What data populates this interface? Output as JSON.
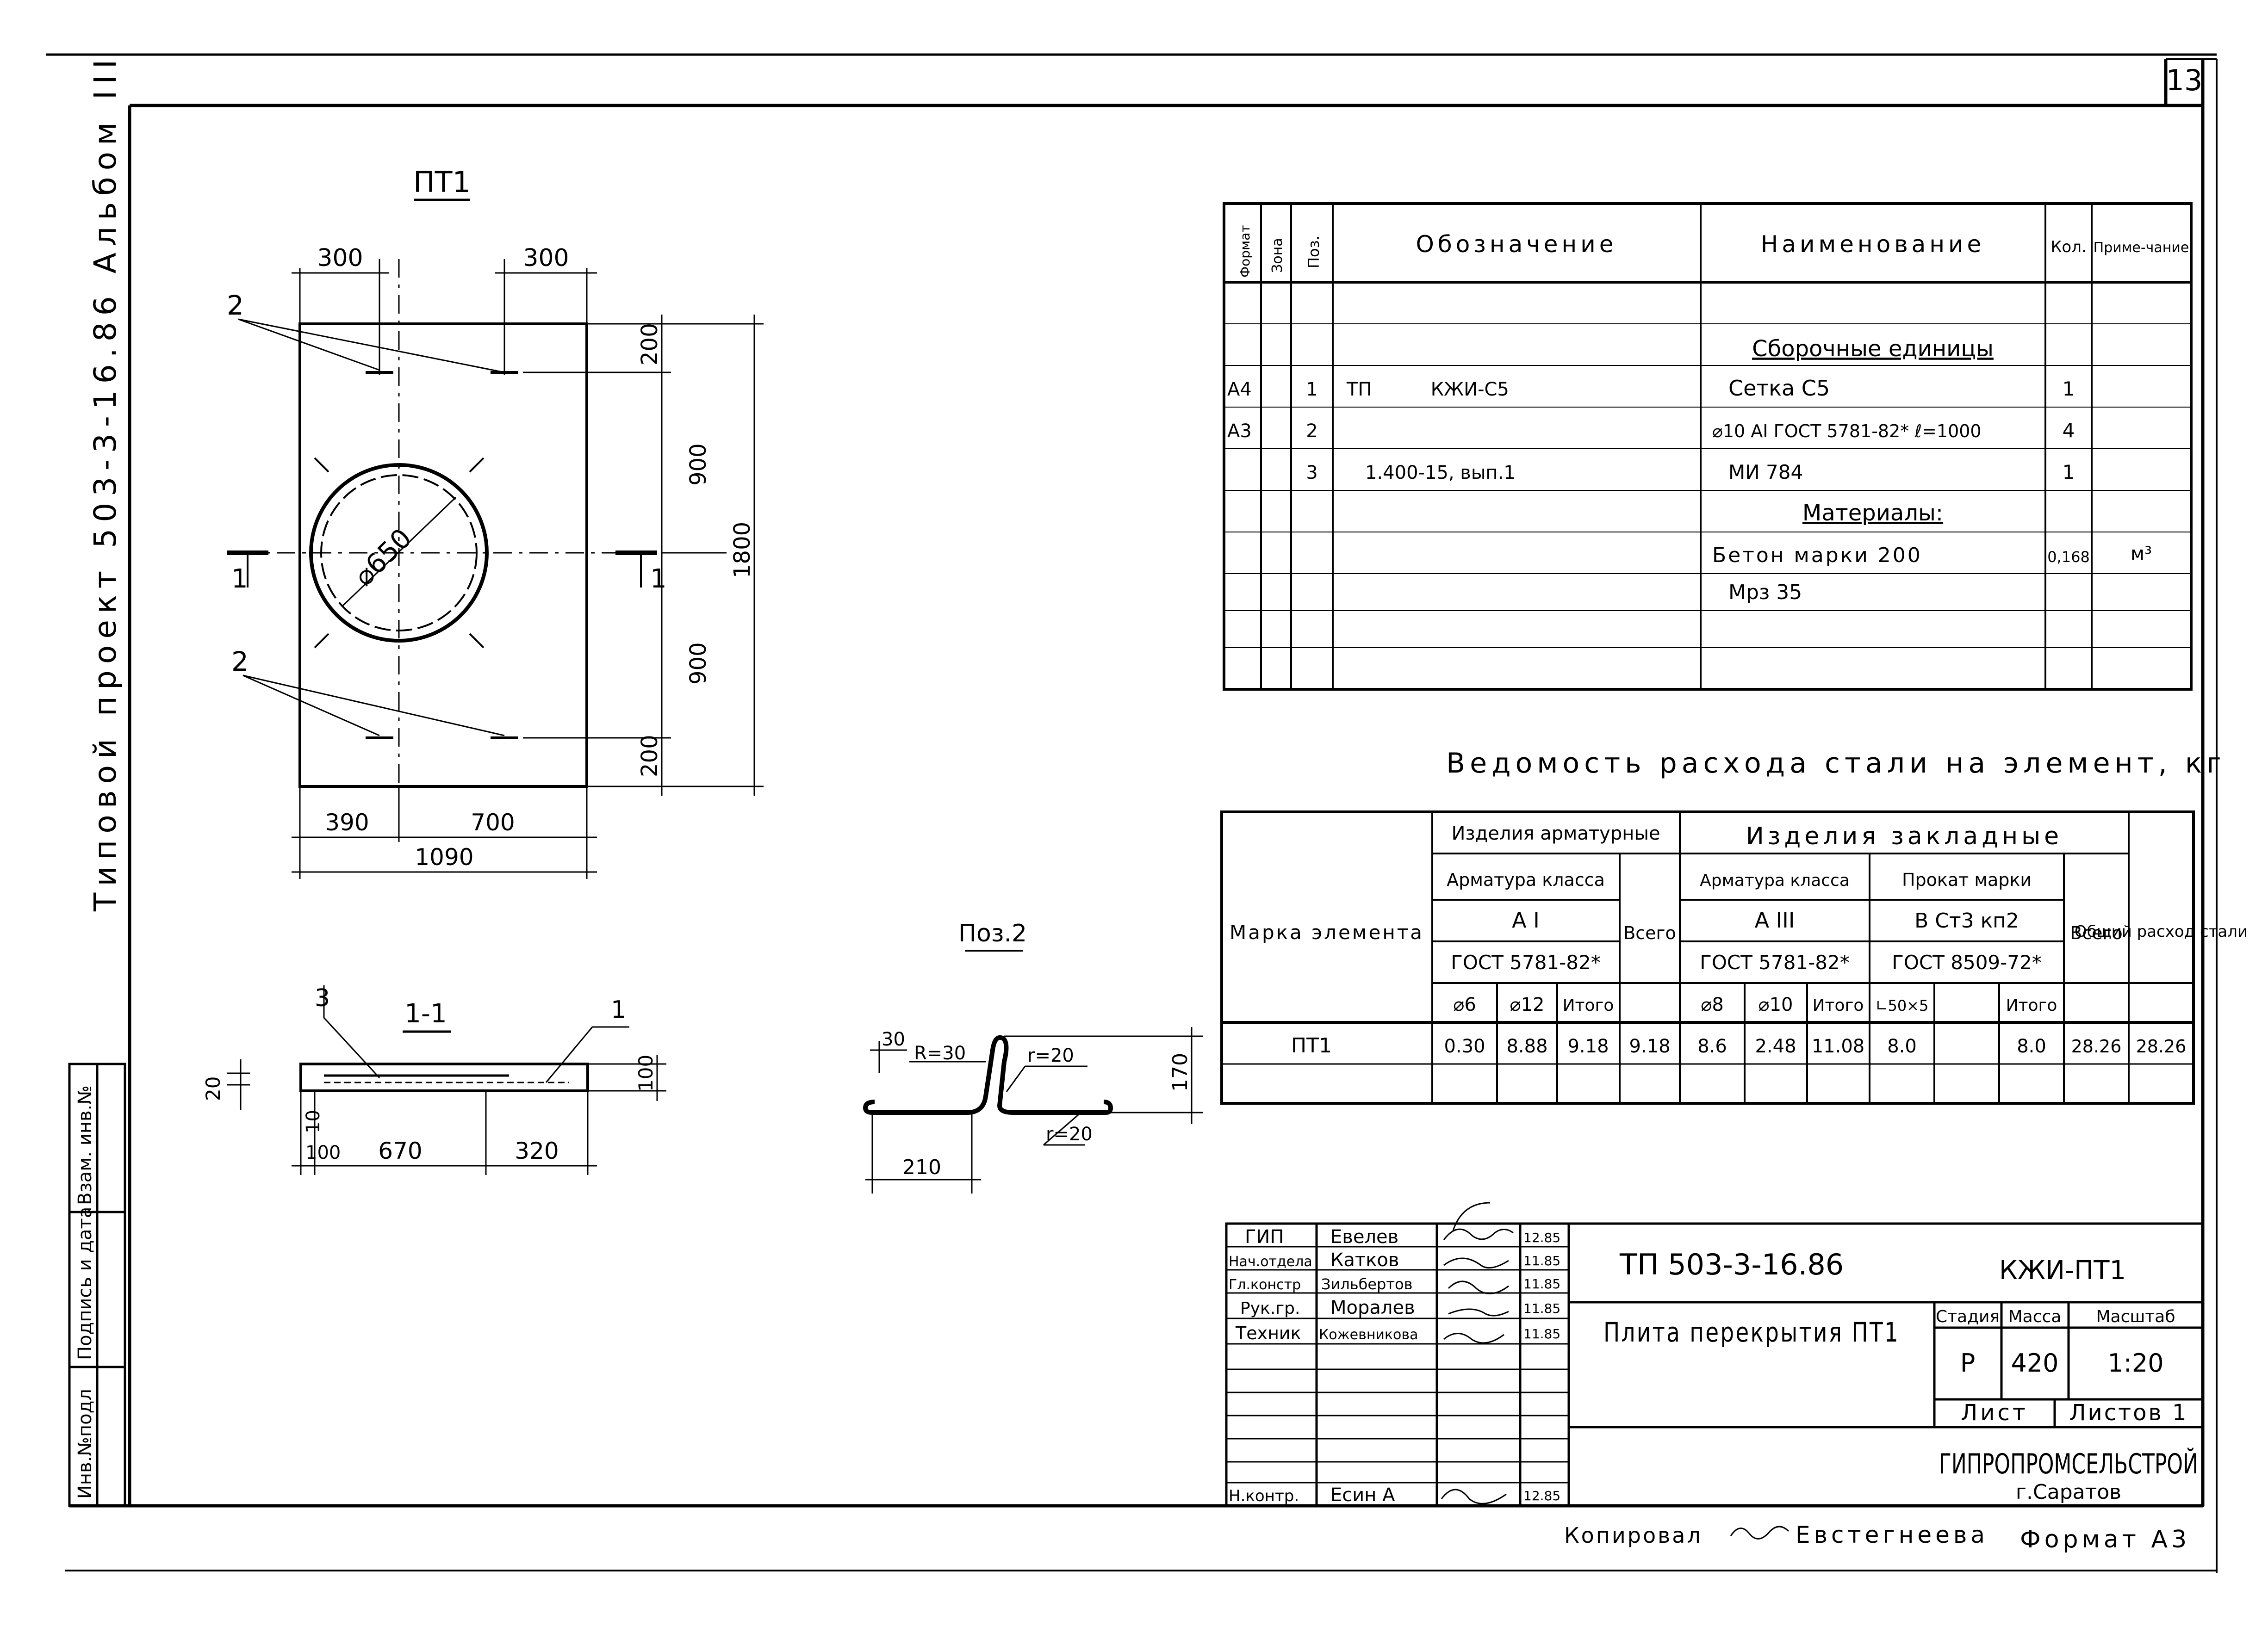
{
  "sheet_no": "13",
  "side_title": "Типовой проект 503-3-16.86 Альбом III",
  "bind_labels": [
    "Инв.№подл",
    "Подпись и дата",
    "Взам. инв.№"
  ],
  "plan": {
    "title": "ПТ1",
    "dims": {
      "top_left": "300",
      "top_right": "300",
      "r1": "200",
      "r2": "900",
      "r3": "900",
      "r4": "200",
      "overall_h": "1800",
      "b1": "390",
      "b2": "700",
      "overall_w": "1090"
    },
    "diameter": "⌀650",
    "callouts": [
      "2",
      "2"
    ],
    "section_marks": [
      "1",
      "1"
    ]
  },
  "section": {
    "title": "1-1",
    "callouts": [
      "3",
      "1"
    ],
    "dims": {
      "left_h": "20",
      "h10": "10",
      "b100": "100",
      "b670": "670",
      "b320": "320",
      "h100": "100"
    }
  },
  "pos2": {
    "title": "Поз.2",
    "dims": {
      "d30": "30",
      "r30": "R=30",
      "r20a": "r=20",
      "r20b": "r=20",
      "h170": "170",
      "w210": "210"
    }
  },
  "spec": {
    "headers": [
      "Формат",
      "Зона",
      "Поз.",
      "Обозначение",
      "Наименование",
      "Кол.",
      "Приме-чание"
    ],
    "rows": [
      [
        "",
        "",
        "",
        "",
        "Сборочные единицы",
        "",
        ""
      ],
      [
        "А4",
        "",
        "1",
        "ТП          КЖИ-С5",
        "Сетка С5",
        "1",
        ""
      ],
      [
        "А3",
        "",
        "2",
        "",
        "⌀10 АI ГОСТ 5781-82* ℓ=1000",
        "4",
        ""
      ],
      [
        "",
        "",
        "3",
        "1.400-15, вып.1",
        "МИ 784",
        "1",
        ""
      ],
      [
        "",
        "",
        "",
        "",
        "Материалы:",
        "",
        ""
      ],
      [
        "",
        "",
        "",
        "",
        "Бетон марки 200",
        "0,168",
        "м³"
      ],
      [
        "",
        "",
        "",
        "",
        "Мрз 35",
        "",
        ""
      ],
      [
        "",
        "",
        "",
        "",
        "",
        "",
        ""
      ],
      [
        "",
        "",
        "",
        "",
        "",
        "",
        ""
      ]
    ]
  },
  "steel": {
    "title": "Ведомость расхода стали на элемент, кг",
    "h_mark": "Марка элемента",
    "h_arm_group": "Изделия арматурные",
    "h_emb_group": "Изделия закладные",
    "h_arm_class": "Арматура класса",
    "h_ai": "А I",
    "h_aiii": "А III",
    "h_gost5781": "ГОСТ 5781-82*",
    "h_prokat": "Прокат марки",
    "h_vst": "В Ст3 кп2",
    "h_gost8509": "ГОСТ 8509-72*",
    "h_vsego": "Всего",
    "h_total": "Общий расход стали",
    "sub": [
      "⌀6",
      "⌀12",
      "Итого",
      "⌀8",
      "⌀10",
      "Итого",
      "∟50×5",
      "",
      "Итого"
    ],
    "row": [
      "ПТ1",
      "0.30",
      "8.88",
      "9.18",
      "9.18",
      "8.6",
      "2.48",
      "11.08",
      "8.0",
      "",
      "8.0",
      "28.26",
      "28.26"
    ]
  },
  "stamp": {
    "people": [
      [
        "ГИП",
        "Евелев",
        "12.85"
      ],
      [
        "Нач.отдела",
        "Катков",
        "11.85"
      ],
      [
        "Гл.констр",
        "Зильбертов",
        "11.85"
      ],
      [
        "Рук.гр.",
        "Моралев",
        "11.85"
      ],
      [
        "Техник",
        "Кожевникова",
        "11.85"
      ]
    ],
    "nkontr": [
      "Н.контр.",
      "Есин А",
      "12.85"
    ],
    "code": "ТП 503-3-16.86",
    "mark": "КЖИ-ПТ1",
    "name": "Плита перекрытия ПТ1",
    "stage_h": "Стадия",
    "mass_h": "Масса",
    "scale_h": "Масштаб",
    "stage": "Р",
    "mass": "420",
    "scale": "1:20",
    "sheet_h": "Лист",
    "sheets_h": "Листов 1",
    "org": "ГИПРОПРОМСЕЛЬСТРОЙ",
    "city": "г.Саратов"
  },
  "footer": {
    "copied": "Копировал",
    "copier": "Евстегнеева",
    "format": "Формат А3"
  }
}
